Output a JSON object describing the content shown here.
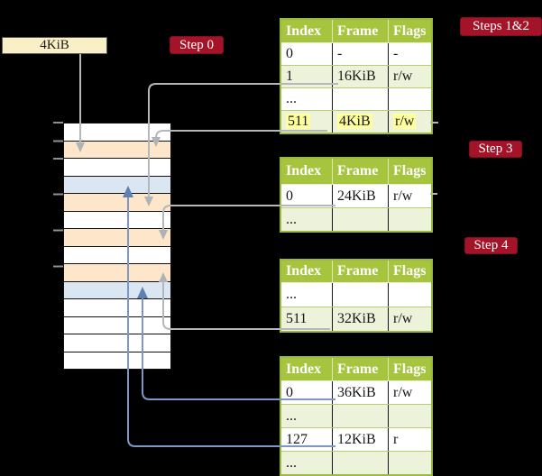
{
  "colors": {
    "background": "#000000",
    "table_header_bg": "#a6c43e",
    "table_border": "#9cb93f",
    "table_row_alt_bg": "#edf2da",
    "table_row_divider": "#b9cc71",
    "highlight_bg": "#ffff9e",
    "step_label_bg": "#a51329",
    "frame_box_bg": "#faf0c8",
    "memory_frame_peach": "#fde6c9",
    "memory_frame_blue": "#dbe6f3",
    "arrow_grey": "#b5b8bb",
    "arrow_blue": "#7e97c6"
  },
  "frame_box": {
    "label": "4KiB"
  },
  "step_labels": {
    "step0": "Step 0",
    "steps12": "Steps 1&2",
    "step3": "Step 3",
    "step4": "Step 4"
  },
  "tables": [
    {
      "name": "page-table-steps-1-2",
      "headers": [
        "Index",
        "Frame",
        "Flags"
      ],
      "rows": [
        {
          "index": "0",
          "frame": "-",
          "flags": "-"
        },
        {
          "index": "1",
          "frame": "16KiB",
          "flags": "r/w"
        },
        {
          "index": "...",
          "frame": "",
          "flags": ""
        },
        {
          "index": "511",
          "frame": "4KiB",
          "flags": "r/w"
        }
      ]
    },
    {
      "name": "page-table-step-3",
      "headers": [
        "Index",
        "Frame",
        "Flags"
      ],
      "rows": [
        {
          "index": "0",
          "frame": "24KiB",
          "flags": "r/w"
        },
        {
          "index": "...",
          "frame": "",
          "flags": ""
        }
      ]
    },
    {
      "name": "page-table-step-4",
      "headers": [
        "Index",
        "Frame",
        "Flags"
      ],
      "rows": [
        {
          "index": "...",
          "frame": "",
          "flags": ""
        },
        {
          "index": "511",
          "frame": "32KiB",
          "flags": "r/w"
        }
      ]
    },
    {
      "name": "page-table-final",
      "headers": [
        "Index",
        "Frame",
        "Flags"
      ],
      "rows": [
        {
          "index": "0",
          "frame": "36KiB",
          "flags": "r/w"
        },
        {
          "index": "...",
          "frame": "",
          "flags": ""
        },
        {
          "index": "127",
          "frame": "12KiB",
          "flags": "r"
        },
        {
          "index": "...",
          "frame": "",
          "flags": ""
        }
      ]
    }
  ],
  "memory": {
    "row_fills": [
      "white",
      "peach",
      "white",
      "blue",
      "peach",
      "white",
      "peach",
      "white",
      "peach",
      "blue",
      "white",
      "white",
      "white",
      "white"
    ]
  }
}
